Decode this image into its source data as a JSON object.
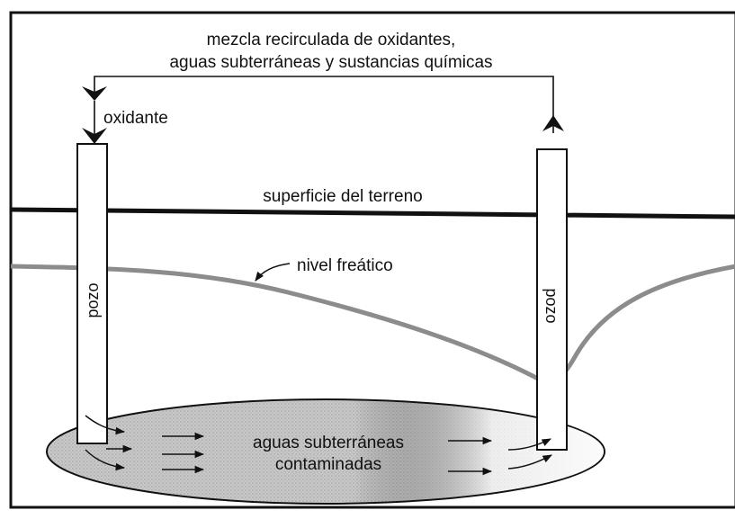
{
  "diagram": {
    "top_label_line1": "mezcla recirculada de oxidantes,",
    "top_label_line2": "aguas subterráneas y sustancias químicas",
    "oxidant_label": "oxidante",
    "ground_surface_label": "superficie del terreno",
    "water_table_label": "nivel freático",
    "left_well_label": "pozo",
    "right_well_label": "pozo",
    "plume_label_line1": "aguas subterráneas",
    "plume_label_line2": "contaminadas"
  },
  "colors": {
    "ink": "#111111",
    "water_table": "#8c8c8c",
    "plume_fill": "#c4c4c4",
    "background": "#ffffff"
  }
}
